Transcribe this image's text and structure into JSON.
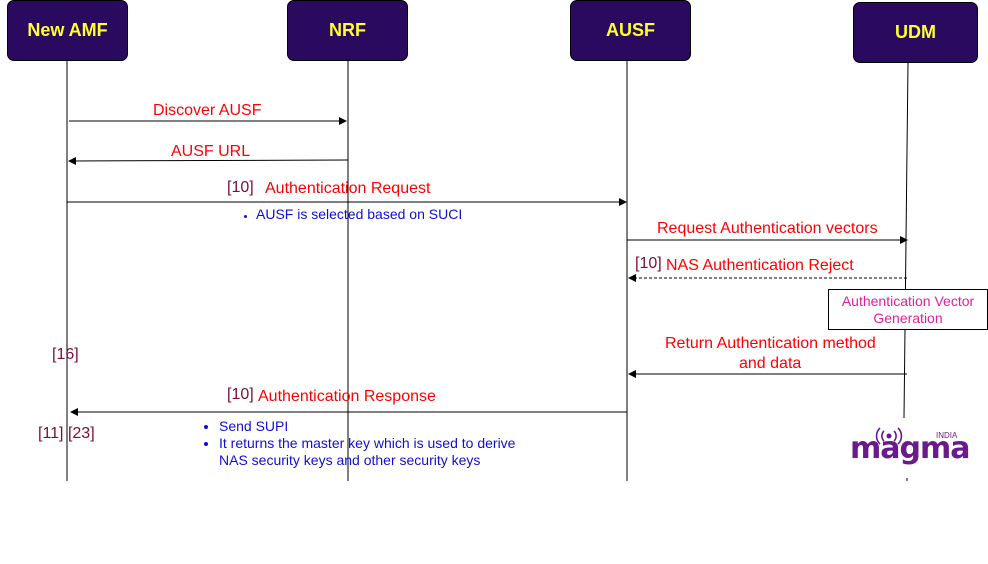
{
  "participants": {
    "amf": "New AMF",
    "nrf": "NRF",
    "ausf": "AUSF",
    "udm": "UDM"
  },
  "messages": {
    "discover_ausf": "Discover  AUSF",
    "ausf_url": "AUSF URL",
    "auth_request": "Authentication Request",
    "request_vectors": "Request Authentication vectors",
    "nas_reject": "NAS Authentication Reject",
    "return_method_line1": "Return Authentication method",
    "return_method_line2": "and data",
    "auth_response": "Authentication Response"
  },
  "refs": {
    "auth_request_ref": "[10]",
    "nas_reject_ref": "[10]",
    "amf_ref_16": "[16]",
    "auth_response_ref": "[10]",
    "amf_ref_11_23": "[11] [23]"
  },
  "notes": {
    "auth_request_bullets": [
      "AUSF is selected based on SUCI"
    ],
    "auth_response_bullets": [
      "Send SUPI",
      "It returns the master key which is used to derive",
      "NAS security keys and other security keys"
    ],
    "udm_note_line1": "Authentication Vector",
    "udm_note_line2": "Generation"
  },
  "logo": {
    "text": "magma",
    "superscript": "INDIA",
    "icon": "antenna-icon",
    "color": "#6a1a8a"
  },
  "colors": {
    "participant_fill": "#2a0a5e",
    "participant_text": "#ffff33",
    "message_text": "#ff0000",
    "reference_text": "#7b0d3a",
    "bullet_text": "#1010d0",
    "note_text": "#e0209a"
  }
}
